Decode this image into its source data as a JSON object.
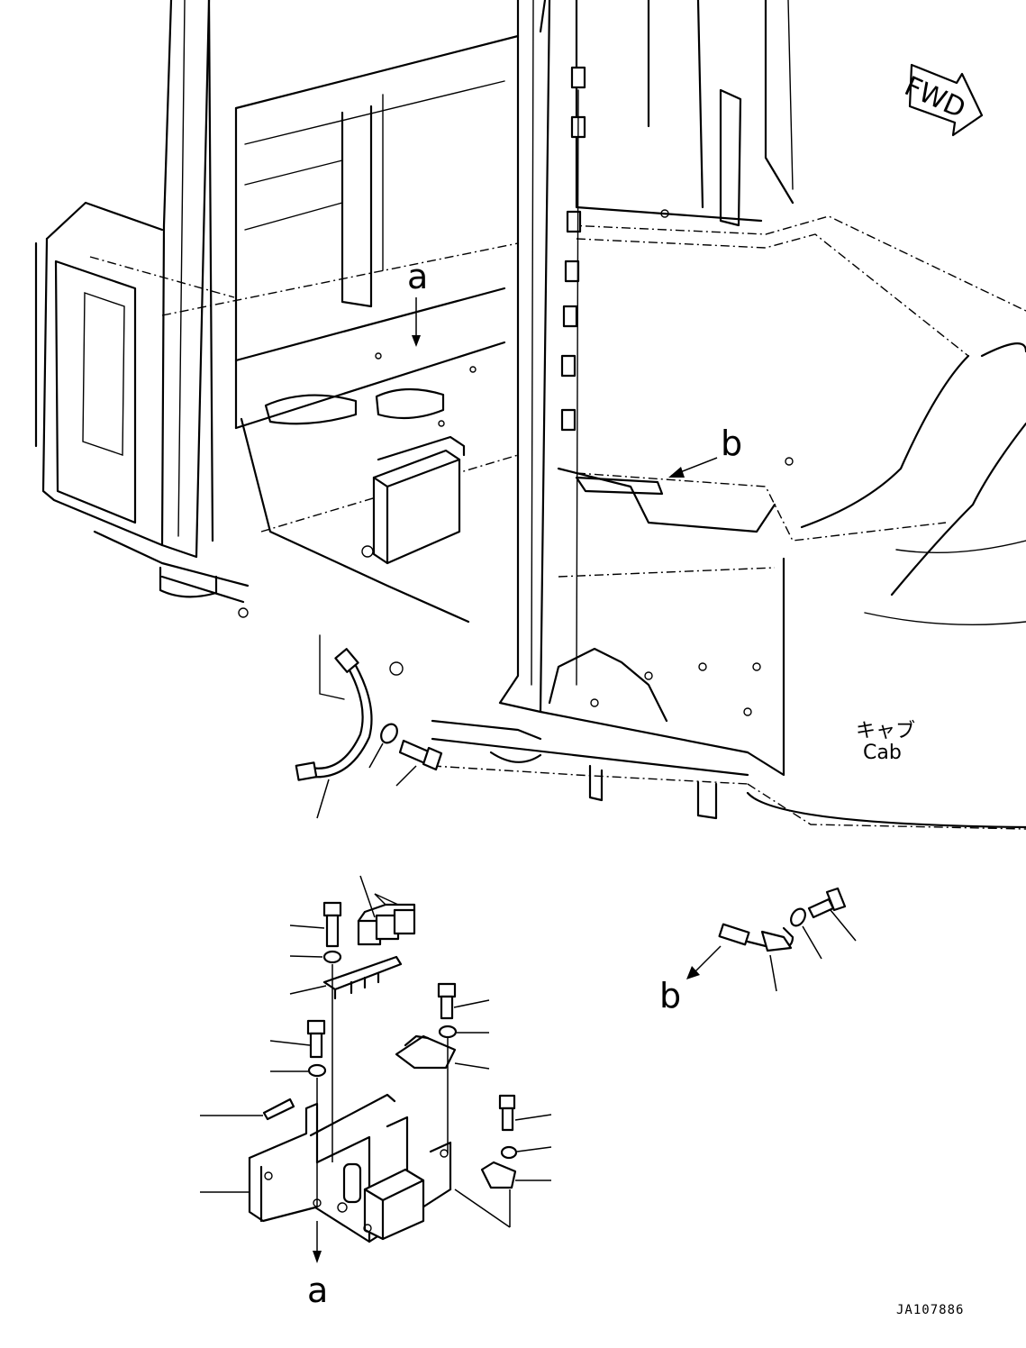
{
  "labels": {
    "ref_a": "a",
    "ref_b": "b",
    "fwd": "FWD",
    "cab_jp": "キャブ",
    "cab_en": "Cab",
    "drawing_code": "JA107886"
  },
  "icons": {
    "forward_arrow": "fwd-arrow-icon"
  }
}
